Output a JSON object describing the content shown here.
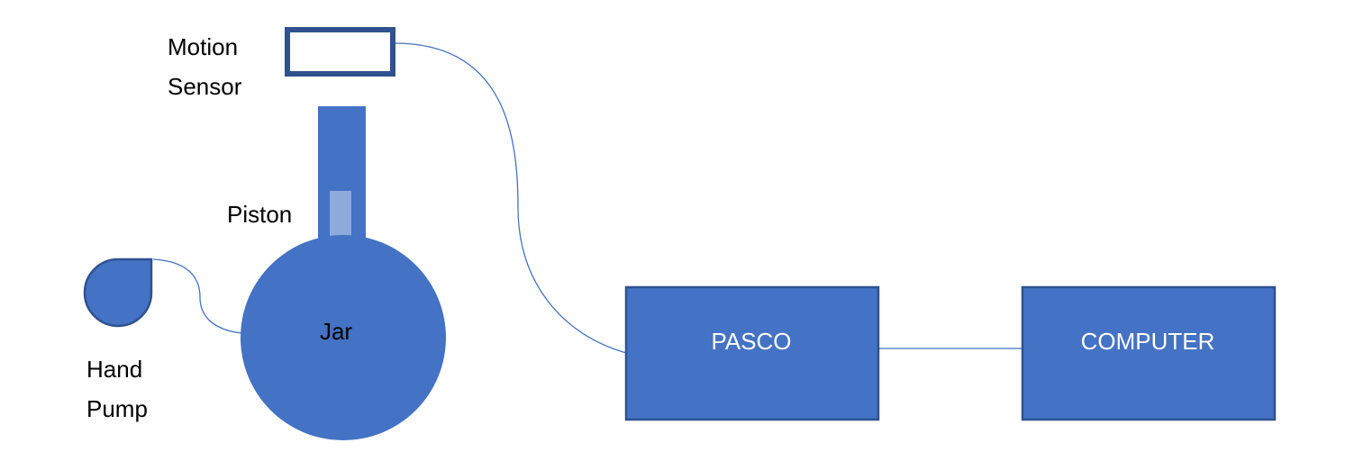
{
  "labels": {
    "motion_sensor_line1": "Motion",
    "motion_sensor_line2": "Sensor",
    "piston": "Piston",
    "jar": "Jar",
    "hand_pump_line1": "Hand",
    "hand_pump_line2": "Pump",
    "pasco": "PASCO",
    "computer": "COMPUTER"
  },
  "colors": {
    "fill": "#4472C4",
    "border": "#2F528F",
    "piston_highlight": "#8EA9DB",
    "wire": "#4472C4",
    "background": "#FFFFFF"
  }
}
